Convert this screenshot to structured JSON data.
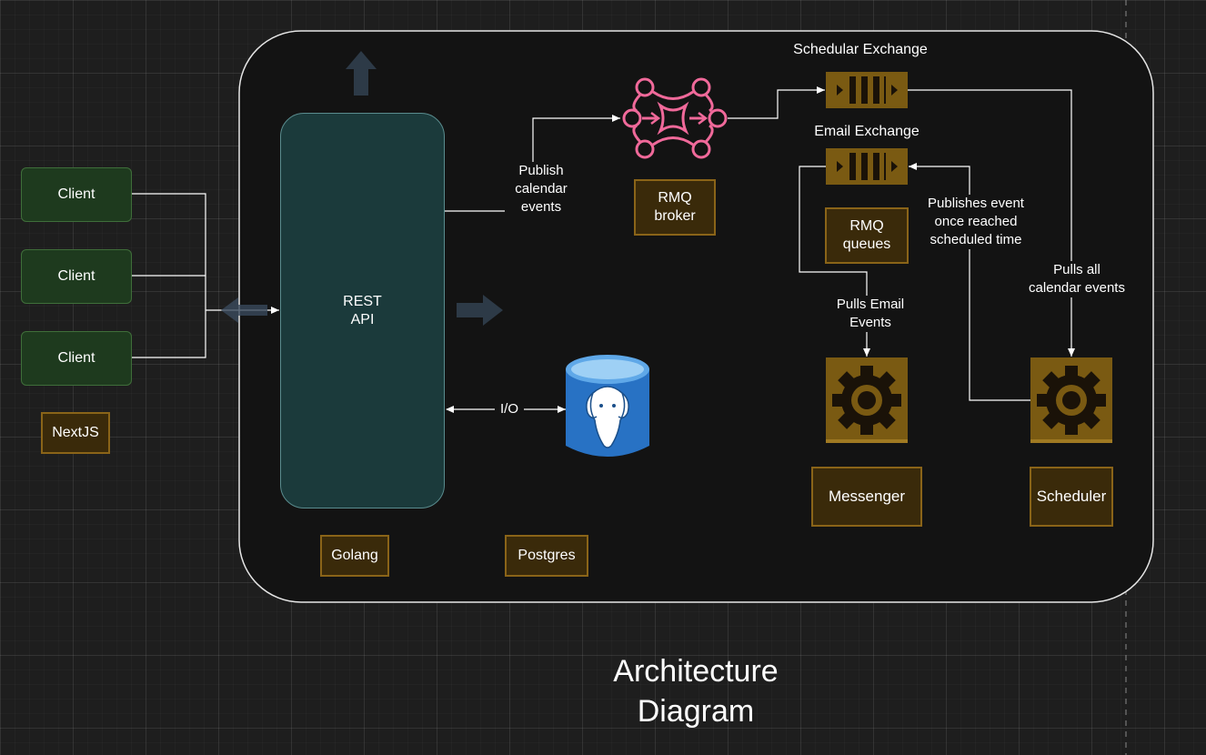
{
  "clients": [
    {
      "label": "Client"
    },
    {
      "label": "Client"
    },
    {
      "label": "Client"
    }
  ],
  "tags": {
    "nextjs": "NextJS",
    "golang": "Golang",
    "postgres": "Postgres",
    "rmq_broker": "RMQ\nbroker",
    "rmq_queues": "RMQ\nqueues",
    "messenger": "Messenger",
    "scheduler": "Scheduler"
  },
  "api": {
    "label": "REST\nAPI"
  },
  "labels": {
    "schedular_exchange": "Schedular Exchange",
    "email_exchange": "Email Exchange",
    "publish_calendar": "Publish\ncalendar\nevents",
    "io": "I/O",
    "publishes_event": "Publishes event\nonce reached\nscheduled time",
    "pulls_all": "Pulls all\ncalendar events",
    "pulls_email": "Pulls Email\nEvents"
  },
  "title": "Architecture\nDiagram",
  "icons": [
    "rabbitmq-broker-icon",
    "postgres-elephant-icon",
    "queue-icon",
    "gear-icon",
    "arrow-icon"
  ],
  "colors": {
    "background": "#1e1e1e",
    "client_fill": "#1e3a1e",
    "api_fill": "#1b3a3b",
    "tag_fill": "#3a2a0a",
    "tag_border": "#8a6418",
    "broker_pink": "#f0699a",
    "postgres_blue": "#2872c4",
    "gear_gold": "#7a5a12"
  }
}
